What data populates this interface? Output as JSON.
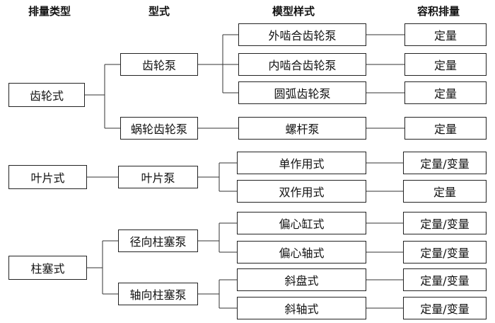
{
  "headers": {
    "displacement_type": "排量类型",
    "form": "型式",
    "model_style": "模型样式",
    "volume_displacement": "容积排量"
  },
  "groups": [
    {
      "type": "齿轮式",
      "forms": [
        {
          "name": "齿轮泵",
          "models": [
            {
              "name": "外啮合齿轮泵",
              "volume": "定量"
            },
            {
              "name": "内啮合齿轮泵",
              "volume": "定量"
            },
            {
              "name": "圆弧齿轮泵",
              "volume": "定量"
            }
          ]
        },
        {
          "name": "蜗轮齿轮泵",
          "models": [
            {
              "name": "螺杆泵",
              "volume": "定量"
            }
          ]
        }
      ]
    },
    {
      "type": "叶片式",
      "forms": [
        {
          "name": "叶片泵",
          "models": [
            {
              "name": "单作用式",
              "volume": "定量/变量"
            },
            {
              "name": "双作用式",
              "volume": "定量"
            }
          ]
        }
      ]
    },
    {
      "type": "柱塞式",
      "forms": [
        {
          "name": "径向柱塞泵",
          "models": [
            {
              "name": "偏心缸式",
              "volume": "定量/变量"
            },
            {
              "name": "偏心轴式",
              "volume": "定量/变量"
            }
          ]
        },
        {
          "name": "轴向柱塞泵",
          "models": [
            {
              "name": "斜盘式",
              "volume": "定量/变量"
            },
            {
              "name": "斜轴式",
              "volume": "定量/变量"
            }
          ]
        }
      ]
    }
  ]
}
